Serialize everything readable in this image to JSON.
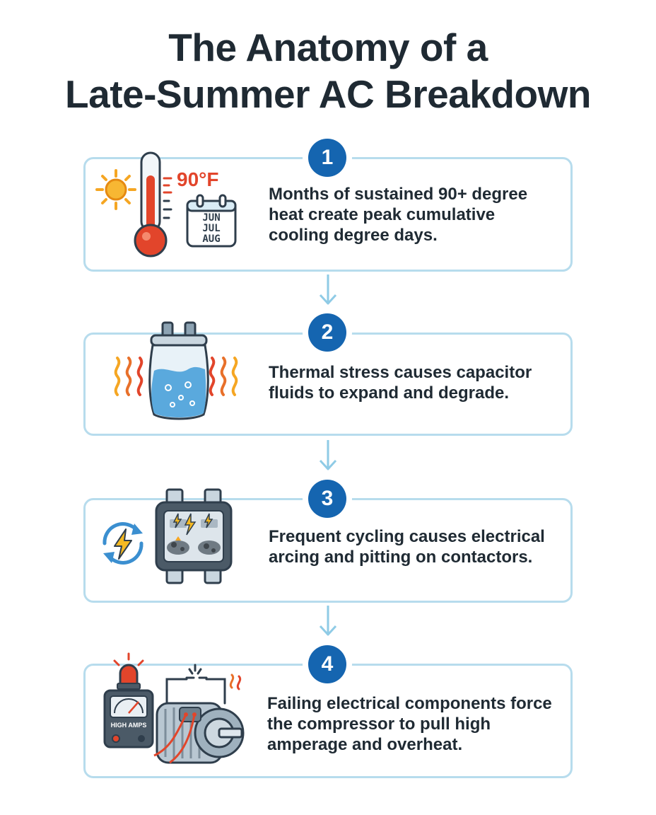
{
  "title": {
    "line1": "The Anatomy of a",
    "line2": "Late-Summer AC Breakdown"
  },
  "steps": [
    {
      "number": "1",
      "text": "Months of sustained 90+ degree heat create peak cumulative cooling degree days.",
      "icons": [
        "sun-icon",
        "thermometer-icon",
        "calendar-icon"
      ],
      "temperature_label": "90°F",
      "calendar_months": [
        "JUN",
        "JUL",
        "AUG"
      ]
    },
    {
      "number": "2",
      "text": "Thermal stress causes capacitor fluids to expand and degrade.",
      "icons": [
        "heat-waves-icon",
        "capacitor-icon"
      ]
    },
    {
      "number": "3",
      "text": "Frequent cycling causes electrical arcing and pitting on contactors.",
      "icons": [
        "cycle-lightning-icon",
        "contactor-icon"
      ]
    },
    {
      "number": "4",
      "text": "Failing electrical components force the compressor to pull high amperage and overheat.",
      "icons": [
        "alarm-icon",
        "amp-meter-icon",
        "compressor-motor-icon"
      ],
      "meter_label": "HIGH AMPS"
    }
  ],
  "colors": {
    "card_border": "#b7dced",
    "badge": "#1565b0",
    "text": "#1f2a33",
    "arrow": "#8fcbe6",
    "heat_red": "#e2452b",
    "sun_orange": "#f5a623"
  }
}
